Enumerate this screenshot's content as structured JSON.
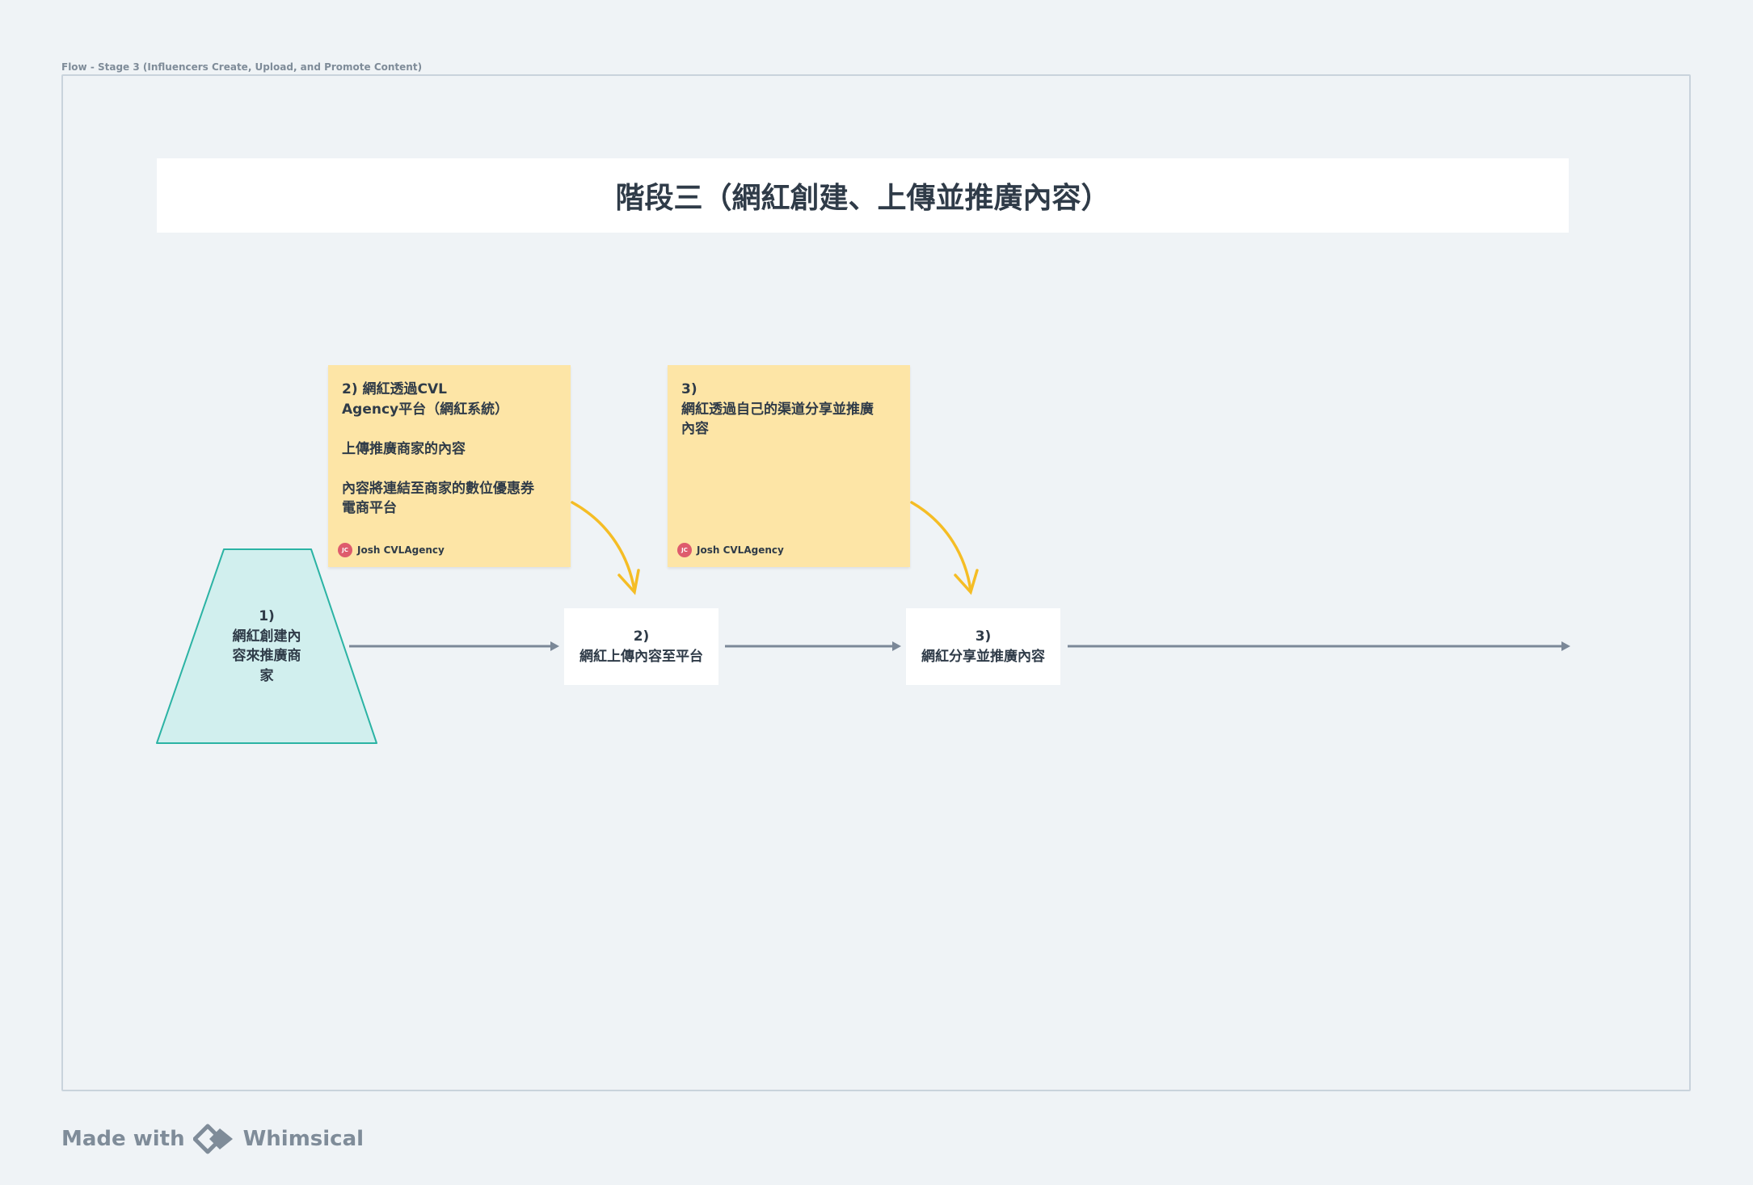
{
  "frame": {
    "label": "Flow - Stage 3 (Influencers Create, Upload, and Promote Content)",
    "title": "階段三（網紅創建、上傳並推廣內容）"
  },
  "notes": [
    {
      "text": "2) 網紅透過CVL\nAgency平台（網紅系統）\n\n上傳推廣商家的內容\n\n內容將連結至商家的數位優惠券\n電商平台",
      "author": "Josh CVLAgency",
      "initials": "JC"
    },
    {
      "text": "3)\n網紅透過自己的渠道分享並推廣\n內容",
      "author": "Josh CVLAgency",
      "initials": "JC"
    }
  ],
  "nodes": {
    "start": "1)\n網紅創建內\n容來推廣商\n家",
    "upload": "2)\n網紅上傳內容至平台",
    "share": "3)\n網紅分享並推廣內容"
  },
  "colors": {
    "sticky": "#fde5a6",
    "trapezoid_fill": "#d1efee",
    "trapezoid_stroke": "#2bb3a4",
    "connector": "#7b8898",
    "note_arrow": "#f5bd25"
  },
  "footer": {
    "made_with": "Made with",
    "brand": "Whimsical"
  }
}
